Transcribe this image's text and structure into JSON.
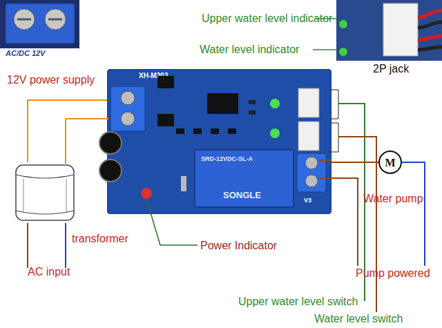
{
  "diagram": {
    "nodes": [
      {
        "text": [
          "XH-M203"
        ]
      },
      {
        "text": [
          "SRD-12VDC-SL-A",
          "SONGLE"
        ],
        "in": 0
      },
      {
        "text": [
          "transformer"
        ]
      },
      {
        "text": [
          "M"
        ]
      }
    ],
    "edges": [
      {
        "from": 2,
        "to": 0,
        "arrow": "none"
      },
      {
        "from": 0,
        "to": 3,
        "arrow": "none"
      }
    ],
    "labels": [
      "AC/DC 12V",
      "12V power supply",
      "Upper water level indicator",
      "Water level indicator",
      "2P jack",
      "V3",
      "Water pump",
      "Pump powered",
      "AC input",
      "Power Indicator",
      "Upper water level switch",
      "Water level switch"
    ]
  }
}
